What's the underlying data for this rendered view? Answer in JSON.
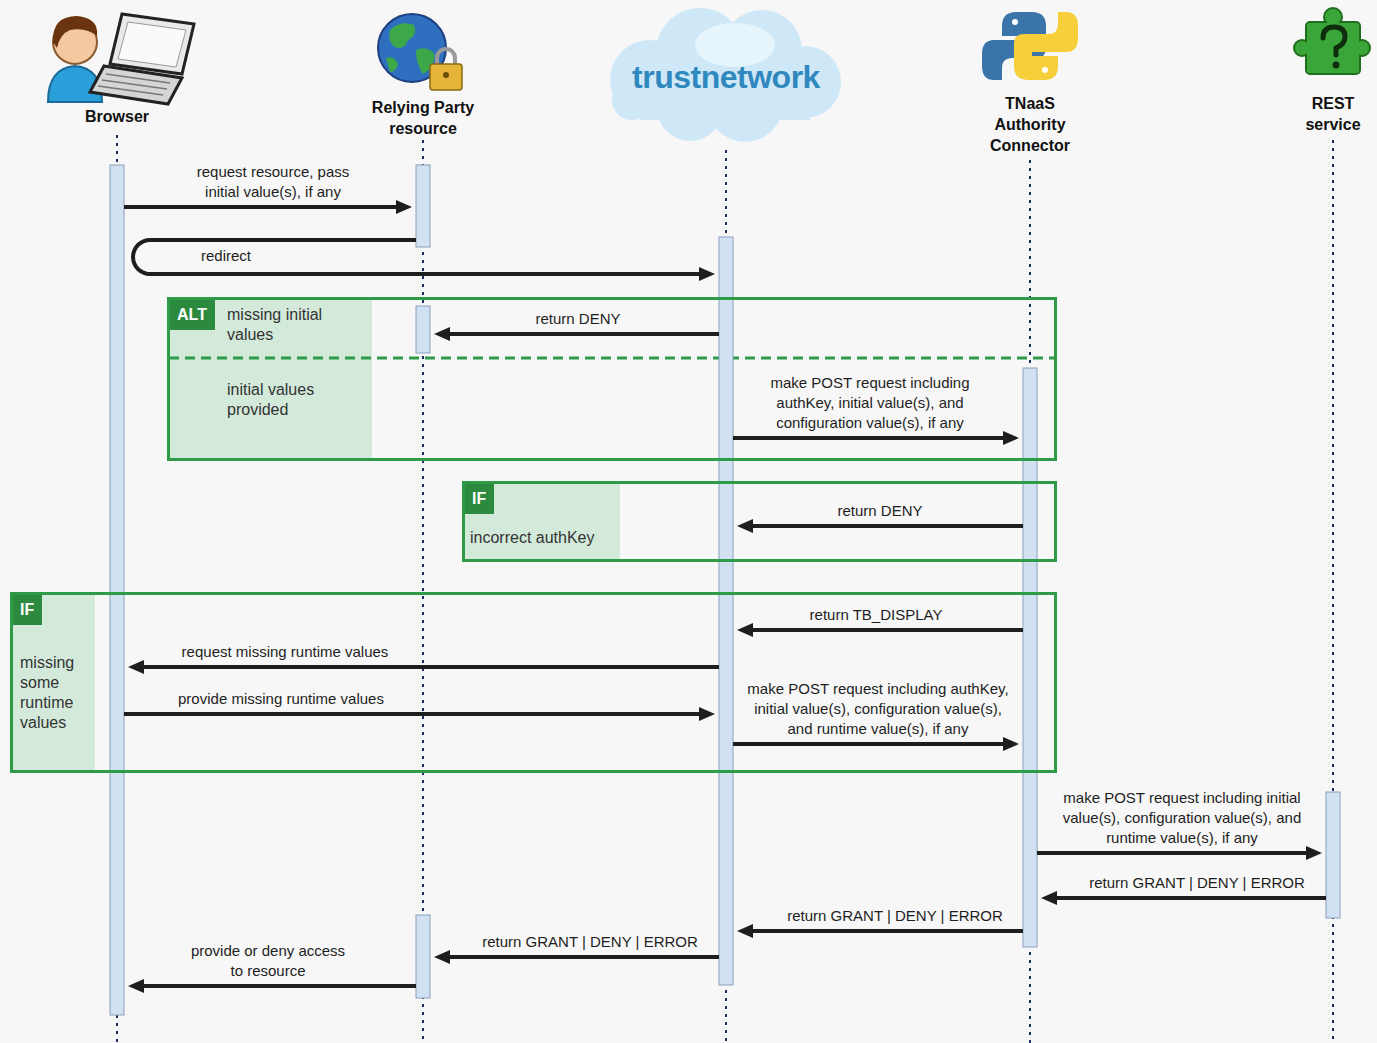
{
  "diagram": {
    "nodes": [
      {
        "text": [
          "Browser"
        ]
      },
      {
        "text": [
          "Relying Party resource"
        ]
      },
      {
        "text": [
          "trustnetwork"
        ]
      },
      {
        "text": [
          "TNaaS Authority Connector"
        ]
      },
      {
        "text": [
          "REST service"
        ]
      },
      {
        "text": [
          "ALT",
          "missing initial values",
          "initial values provided"
        ]
      },
      {
        "text": [
          "IF",
          "incorrect authKey"
        ]
      },
      {
        "text": [
          "IF",
          "missing some runtime values"
        ]
      }
    ],
    "edges": [
      {
        "from": 0,
        "to": 1,
        "label": "request resource, pass initial value(s), if any",
        "arrow": "to"
      },
      {
        "from": 1,
        "to": 2,
        "label": "redirect",
        "arrow": "to"
      },
      {
        "from": 2,
        "to": 1,
        "label": "return DENY",
        "arrow": "to"
      },
      {
        "from": 2,
        "to": 3,
        "label": "make POST request including authKey, initial value(s), and configuration value(s), if any",
        "arrow": "to"
      },
      {
        "from": 3,
        "to": 2,
        "label": "return DENY",
        "arrow": "to"
      },
      {
        "from": 3,
        "to": 2,
        "label": "return TB_DISPLAY",
        "arrow": "to"
      },
      {
        "from": 2,
        "to": 0,
        "label": "request missing runtime values",
        "arrow": "to"
      },
      {
        "from": 0,
        "to": 2,
        "label": "provide missing runtime values",
        "arrow": "to"
      },
      {
        "from": 2,
        "to": 3,
        "label": "make POST request including authKey, initial value(s), configuration value(s), and runtime value(s), if any",
        "arrow": "to"
      },
      {
        "from": 3,
        "to": 4,
        "label": "make POST request including initial value(s), configuration value(s), and runtime value(s), if any",
        "arrow": "to"
      },
      {
        "from": 4,
        "to": 3,
        "label": "return GRANT | DENY | ERROR",
        "arrow": "to"
      },
      {
        "from": 3,
        "to": 2,
        "label": "return GRANT | DENY | ERROR",
        "arrow": "to"
      },
      {
        "from": 2,
        "to": 1,
        "label": "return GRANT | DENY | ERROR",
        "arrow": "to"
      },
      {
        "from": 1,
        "to": 0,
        "label": "provide or deny access to resource",
        "arrow": "to"
      }
    ]
  }
}
